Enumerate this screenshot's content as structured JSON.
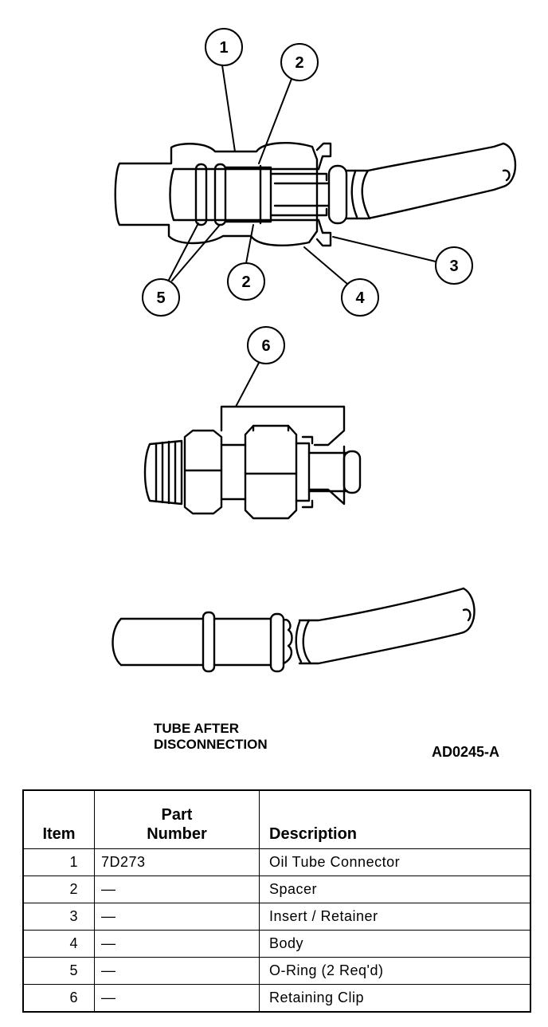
{
  "callouts": [
    "1",
    "2",
    "2",
    "3",
    "4",
    "5",
    "6"
  ],
  "caption_line1": "TUBE AFTER",
  "caption_line2": "DISCONNECTION",
  "figure_code": "AD0245-A",
  "table": {
    "headers": {
      "item": "Item",
      "part_number_line1": "Part",
      "part_number_line2": "Number",
      "description": "Description"
    },
    "rows": [
      {
        "item": "1",
        "part_number": "7D273",
        "description": "Oil Tube Connector"
      },
      {
        "item": "2",
        "part_number": "—",
        "description": "Spacer"
      },
      {
        "item": "3",
        "part_number": "—",
        "description": "Insert / Retainer"
      },
      {
        "item": "4",
        "part_number": "—",
        "description": "Body"
      },
      {
        "item": "5",
        "part_number": "—",
        "description": "O-Ring (2 Req'd)"
      },
      {
        "item": "6",
        "part_number": "—",
        "description": "Retaining Clip"
      }
    ]
  }
}
